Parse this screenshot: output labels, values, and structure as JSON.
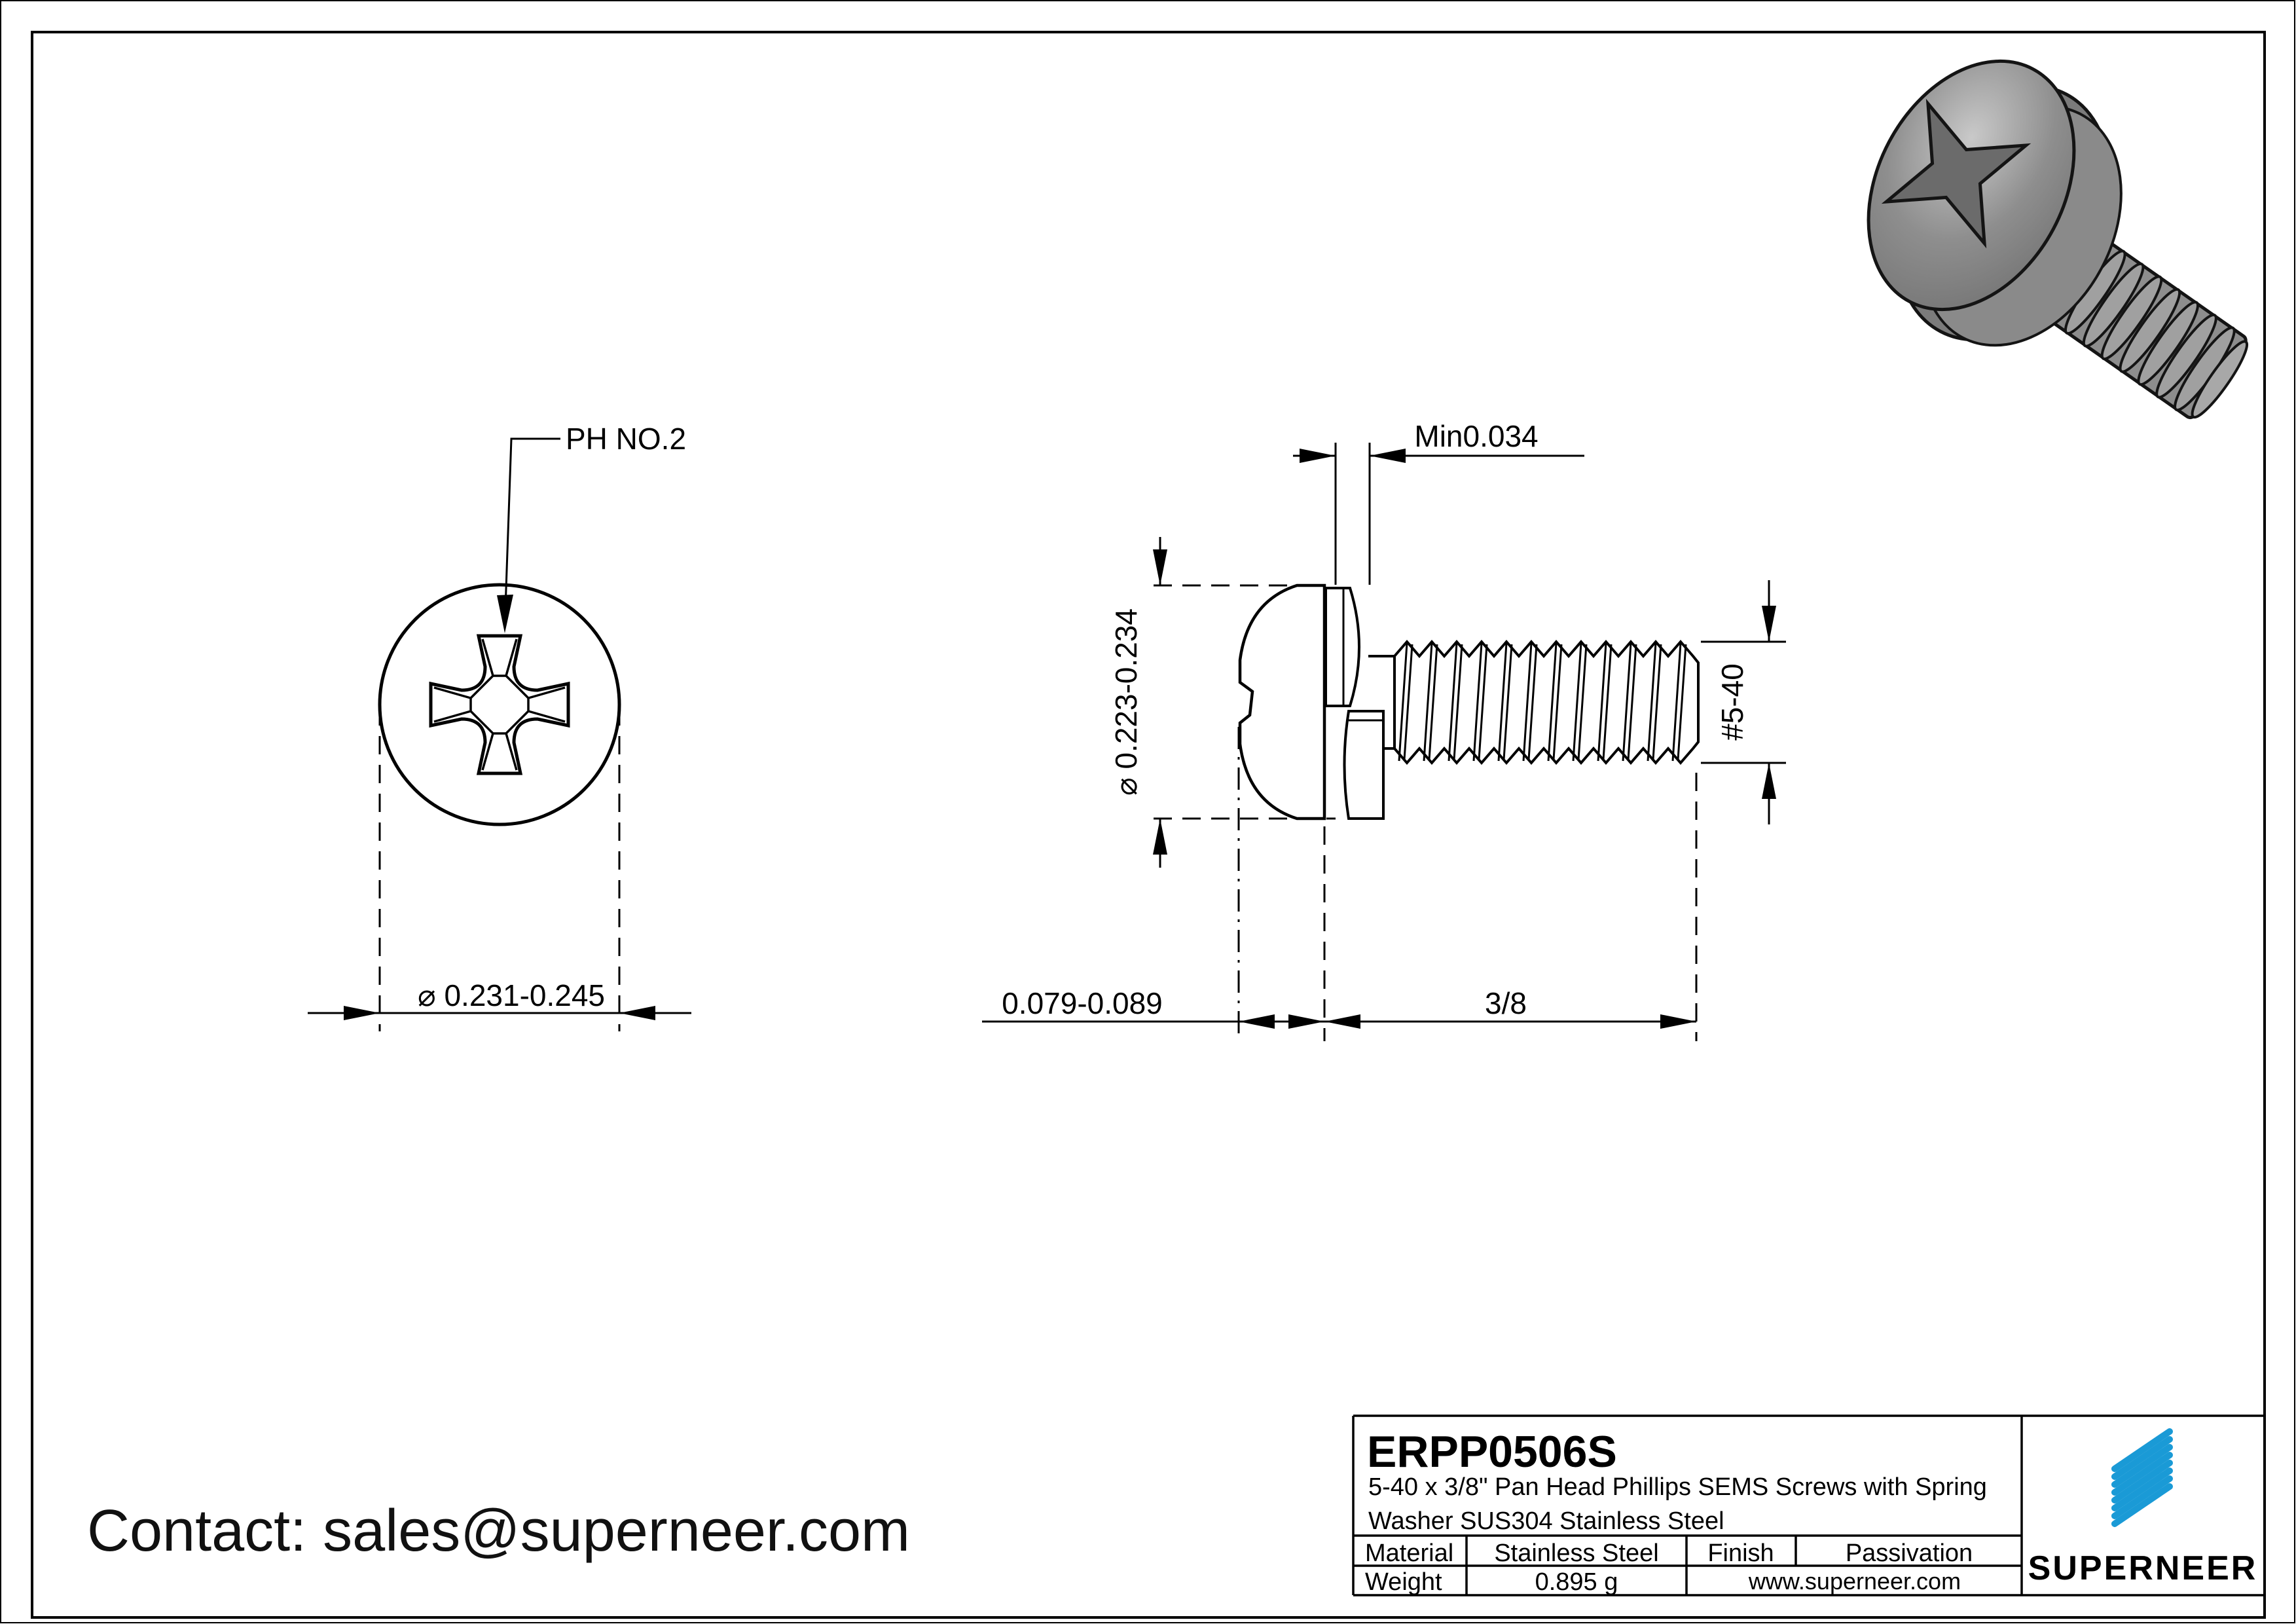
{
  "front_view": {
    "ph_label": "PH NO.2",
    "diameter": "⌀ 0.231-0.245"
  },
  "side_view": {
    "washer_thickness": "Min0.034",
    "head_diameter": "⌀ 0.223-0.234",
    "thread_spec": "#5-40",
    "head_height": "0.079-0.089",
    "thread_length": "3/8"
  },
  "contact": {
    "text": "Contact: sales@superneer.com"
  },
  "title_block": {
    "part_number": "ERPP0506S",
    "description_line1": "5-40 x 3/8\" Pan Head Phillips SEMS Screws with Spring",
    "description_line2": "Washer SUS304 Stainless Steel",
    "material_label": "Material",
    "material_value": "Stainless Steel",
    "finish_label": "Finish",
    "finish_value": "Passivation",
    "weight_label": "Weight",
    "weight_value": "0.895 g",
    "website": "www.superneer.com",
    "brand": "SUPERNEER",
    "brand_color": "#1a9ad6",
    "link_color": "#1b7fd6"
  }
}
